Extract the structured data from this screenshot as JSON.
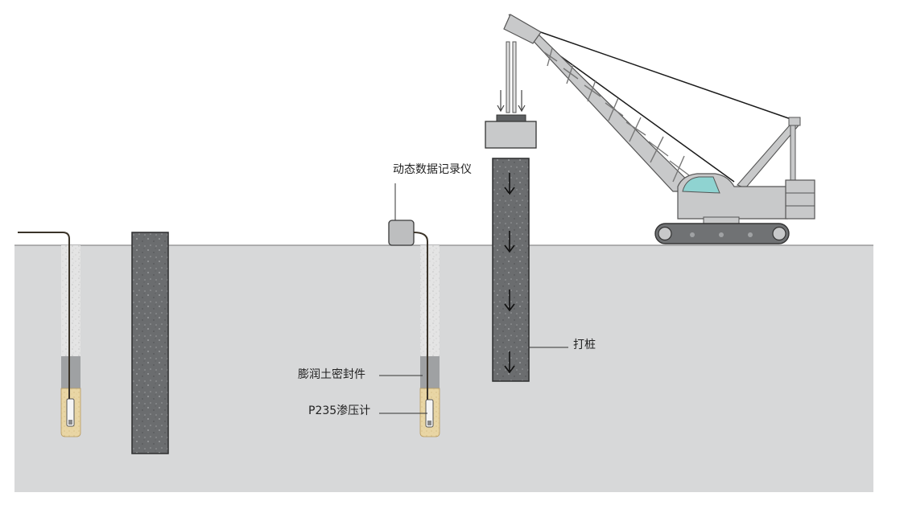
{
  "labels": {
    "data_logger": "动态数据记录仪",
    "pile_driving": "打桩",
    "bentonite_seal": "膨润土密封件",
    "piezometer": "P235渗压计"
  },
  "colors": {
    "ground": "#d7d8d9",
    "ground_line": "#8a8b8c",
    "pile": "#6b6d6f",
    "hole_fill": "#e6e6e6",
    "seal": "#9fa1a3",
    "sand": "#e8d4a2",
    "crane": "#c8c9ca",
    "cab_glass": "#8fd3d1",
    "cable": "#3a3328",
    "logger": "#bdbebf"
  },
  "icons": {
    "arrow": "arrow-down-icon",
    "logger": "data-logger-icon"
  }
}
